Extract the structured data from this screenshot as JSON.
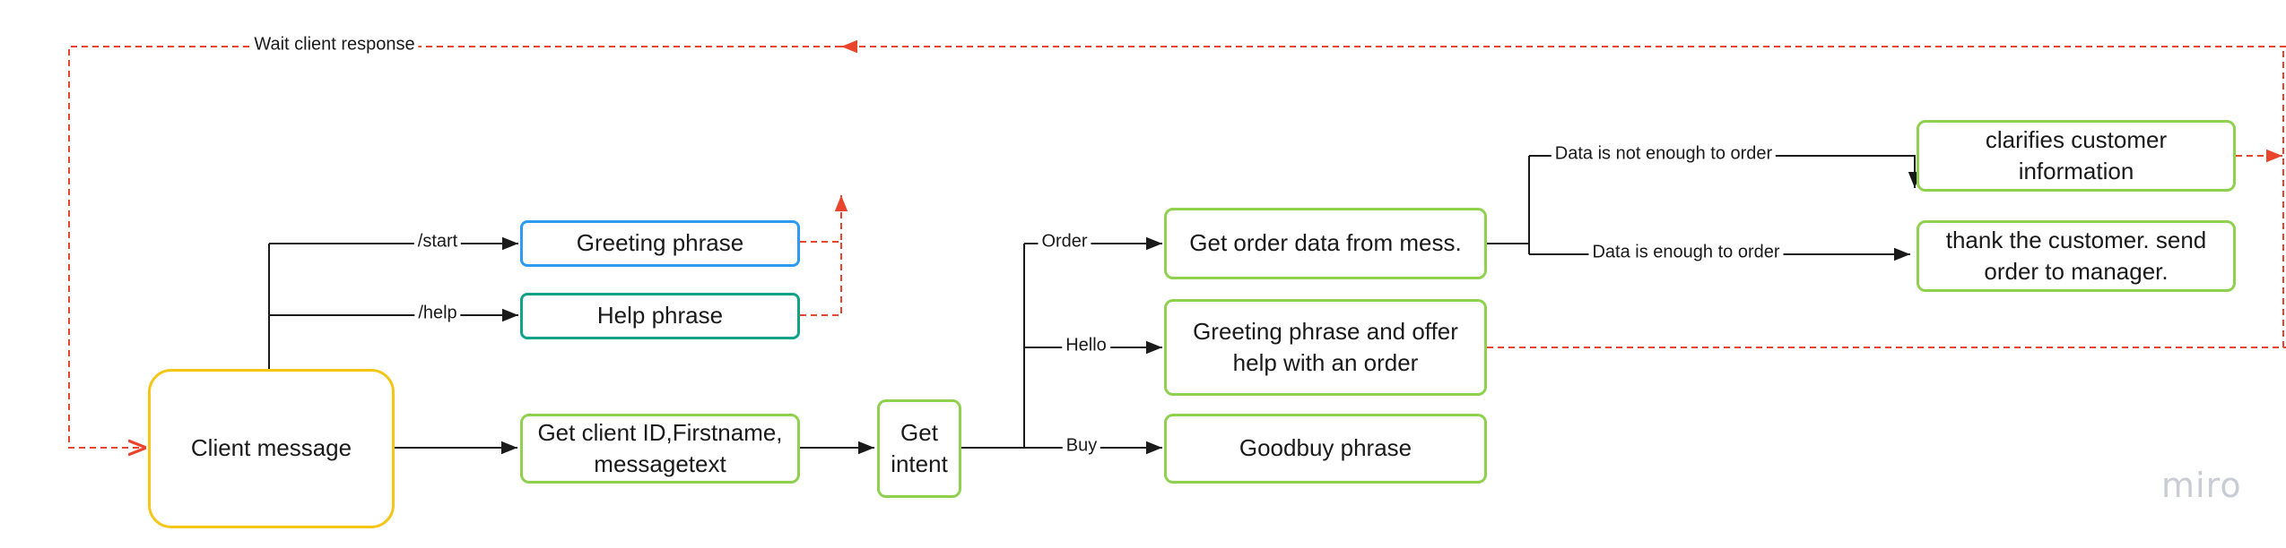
{
  "nodes": {
    "client_message": "Client message",
    "greeting_phrase": "Greeting phrase",
    "help_phrase": "Help phrase",
    "get_client_id": "Get client ID,Firstname, messagetext",
    "get_intent": "Get intent",
    "get_order_data": "Get order data from mess.",
    "greeting_offer": "Greeting phrase and offer help with an order",
    "goodbuy_phrase": "Goodbuy phrase",
    "clarifies_info": "clarifies customer information",
    "thank_customer": "thank the customer. send order to manager."
  },
  "edge_labels": {
    "wait_response": "Wait client response",
    "start": "/start",
    "help": "/help",
    "order": "Order",
    "hello": "Hello",
    "buy": "Buy",
    "not_enough": "Data is not enough to order",
    "enough": "Data is enough to order"
  },
  "colors": {
    "line": "#1a1a1a",
    "dashed": "#e8452c",
    "yellow_border": "#f5c518",
    "green_border": "#8fd14f",
    "blue_border": "#2d9bf0",
    "teal_border": "#12a286"
  },
  "watermark": "miro"
}
